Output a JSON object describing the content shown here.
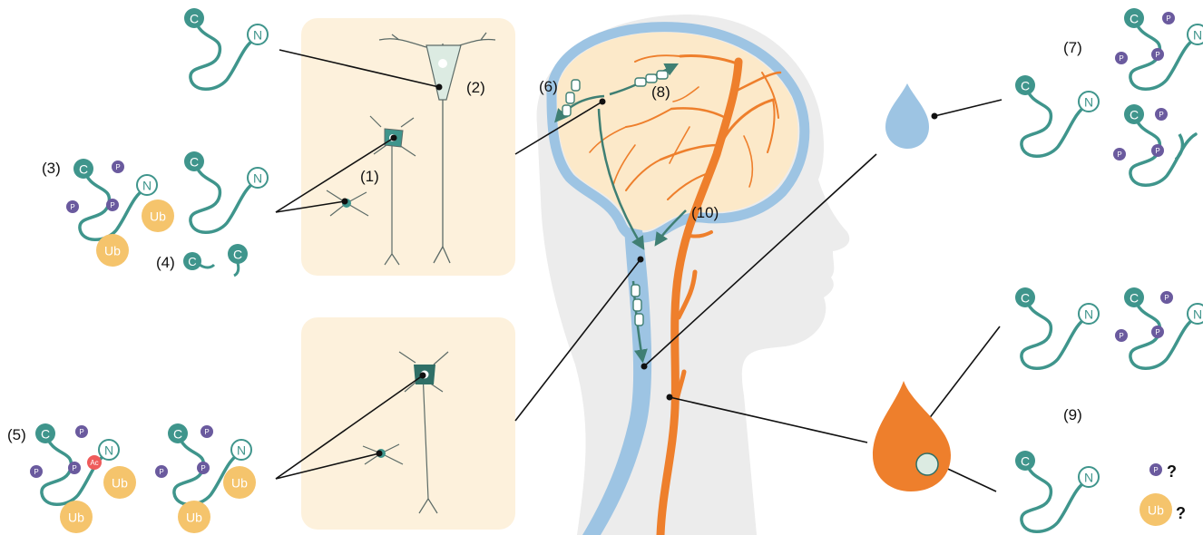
{
  "labels": {
    "l1": "(1)",
    "l2": "(2)",
    "l3": "(3)",
    "l4": "(4)",
    "l5": "(5)",
    "l6": "(6)",
    "l7": "(7)",
    "l8": "(8)",
    "l9": "(9)",
    "l10": "(10)"
  },
  "glyphs": {
    "c_terminus": "C",
    "n_terminus": "N",
    "phospho": "P",
    "ubiquitin": "Ub",
    "acetyl": "Ac",
    "unknown": "?"
  },
  "colors": {
    "protein": "#3f958c",
    "phospho": "#6a5a9e",
    "ubiquitin": "#f5c46c",
    "acetyl": "#ef5b5b",
    "panel": "#fdf1dc",
    "csf": "#9dc4e3",
    "blood": "#ee7f2c",
    "head": "#ececec",
    "brain": "#fce9c9",
    "arrow": "#3f7f73"
  }
}
